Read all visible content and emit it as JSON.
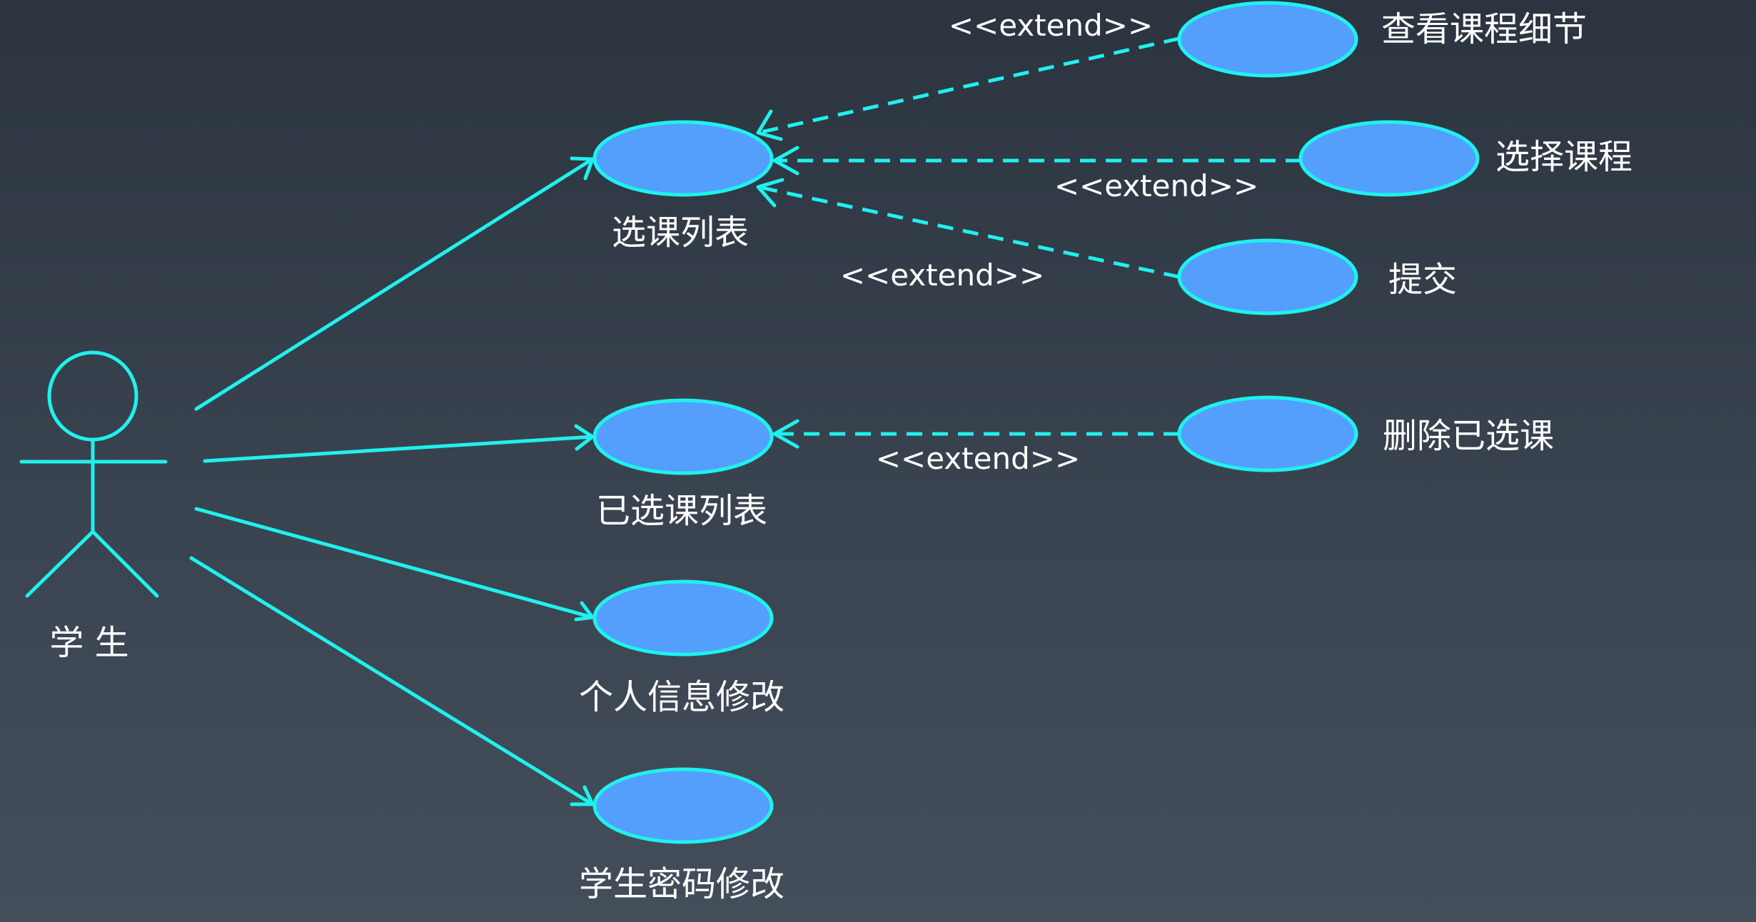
{
  "actor": {
    "label": "学 生"
  },
  "use_cases": {
    "course_list": "选课列表",
    "selected_list": "已选课列表",
    "edit_profile": "个人信息修改",
    "edit_password": "学生密码修改",
    "view_details": "查看课程细节",
    "select_course": "选择课程",
    "submit": "提交",
    "remove_selected": "删除已选课"
  },
  "relations": {
    "extend_view_details": "<<extend>>",
    "extend_select_course": "<<extend>>",
    "extend_submit": "<<extend>>",
    "extend_remove_selected": "<<extend>>"
  },
  "colors": {
    "line": "#1ff1ee",
    "use_case_fill": "#539ffb",
    "background_top": "#2b343f",
    "background_bottom": "#434e5a",
    "text": "#ffffff"
  }
}
